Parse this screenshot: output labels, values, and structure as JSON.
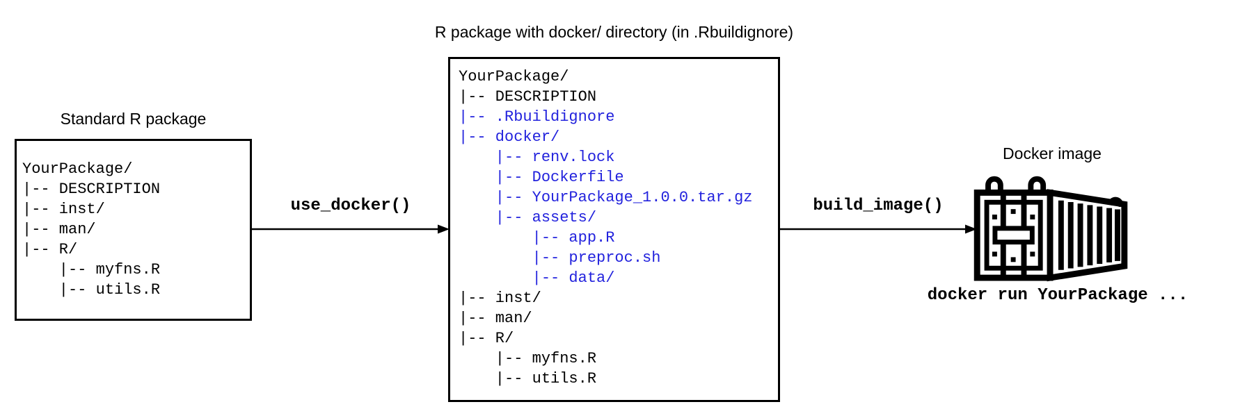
{
  "left_panel": {
    "title": "Standard R package",
    "tree": [
      {
        "text": "YourPackage/",
        "highlight": false
      },
      {
        "text": "|-- DESCRIPTION",
        "highlight": false
      },
      {
        "text": "|-- inst/",
        "highlight": false
      },
      {
        "text": "|-- man/",
        "highlight": false
      },
      {
        "text": "|-- R/",
        "highlight": false
      },
      {
        "text": "    |-- myfns.R",
        "highlight": false
      },
      {
        "text": "    |-- utils.R",
        "highlight": false
      }
    ]
  },
  "middle_panel": {
    "title": "R package with docker/ directory (in .Rbuildignore)",
    "tree": [
      {
        "text": "YourPackage/",
        "highlight": false
      },
      {
        "text": "|-- DESCRIPTION",
        "highlight": false
      },
      {
        "text": "|-- .Rbuildignore",
        "highlight": true
      },
      {
        "text": "|-- docker/",
        "highlight": true
      },
      {
        "text": "    |-- renv.lock",
        "highlight": true
      },
      {
        "text": "    |-- Dockerfile",
        "highlight": true
      },
      {
        "text": "    |-- YourPackage_1.0.0.tar.gz",
        "highlight": true
      },
      {
        "text": "    |-- assets/",
        "highlight": true
      },
      {
        "text": "        |-- app.R",
        "highlight": true
      },
      {
        "text": "        |-- preproc.sh",
        "highlight": true
      },
      {
        "text": "        |-- data/",
        "highlight": true
      },
      {
        "text": "|-- inst/",
        "highlight": false
      },
      {
        "text": "|-- man/",
        "highlight": false
      },
      {
        "text": "|-- R/",
        "highlight": false
      },
      {
        "text": "    |-- myfns.R",
        "highlight": false
      },
      {
        "text": "    |-- utils.R",
        "highlight": false
      }
    ]
  },
  "arrows": [
    {
      "label": "use_docker()"
    },
    {
      "label": "build_image()"
    }
  ],
  "right_panel": {
    "title": "Docker image",
    "caption": "docker run YourPackage ...",
    "icon": "shipping-container-icon"
  },
  "colors": {
    "highlight_blue": "#2222dd",
    "line_black": "#000000"
  }
}
